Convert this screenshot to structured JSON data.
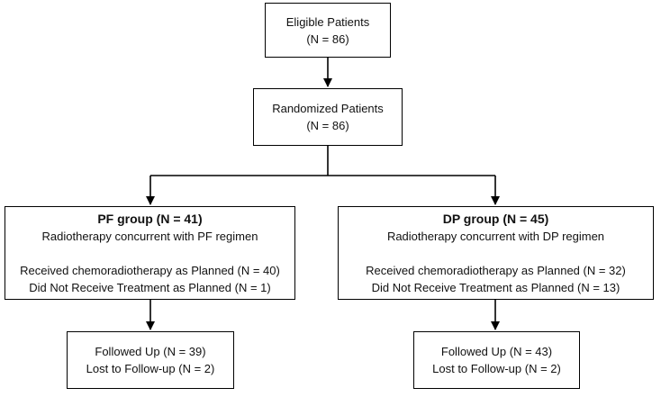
{
  "nodes": {
    "eligible": {
      "line1": "Eligible Patients",
      "line2": "(N = 86)"
    },
    "randomized": {
      "line1": "Randomized Patients",
      "line2": "(N = 86)"
    },
    "pf": {
      "title": "PF group (N = 41)",
      "subtitle": "Radiotherapy concurrent with PF regimen",
      "received": "Received chemoradiotherapy as Planned (N = 40)",
      "not_received": "Did Not Receive Treatment as Planned (N = 1)"
    },
    "dp": {
      "title": "DP group (N = 45)",
      "subtitle": "Radiotherapy concurrent with DP regimen",
      "received": "Received chemoradiotherapy as Planned (N = 32)",
      "not_received": "Did Not Receive Treatment as Planned (N = 13)"
    },
    "pf_follow": {
      "line1": "Followed Up (N = 39)",
      "line2": "Lost to Follow-up (N = 2)"
    },
    "dp_follow": {
      "line1": "Followed Up (N = 43)",
      "line2": "Lost to Follow-up (N = 2)"
    }
  },
  "edges": [
    {
      "from": "eligible",
      "to": "randomized"
    },
    {
      "from": "randomized",
      "to": "pf"
    },
    {
      "from": "randomized",
      "to": "dp"
    },
    {
      "from": "pf",
      "to": "pf_follow"
    },
    {
      "from": "dp",
      "to": "dp_follow"
    }
  ]
}
